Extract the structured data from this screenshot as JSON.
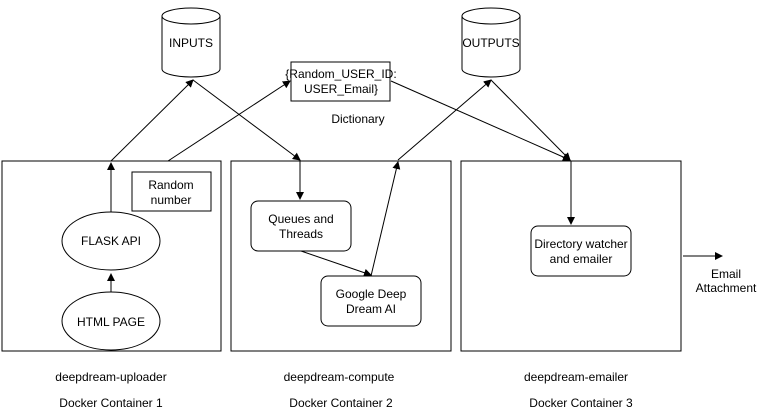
{
  "stores": {
    "inputs": "INPUTS",
    "outputs": "OUTPUTS"
  },
  "dictionary": {
    "line1": "{Random_USER_ID:",
    "line2": "USER_Email}",
    "caption": "Dictionary"
  },
  "containers": {
    "uploader": {
      "name": "deepdream-uploader",
      "label": "Docker Container 1",
      "random_line1": "Random",
      "random_line2": "number",
      "flask": "FLASK API",
      "html_page": "HTML PAGE"
    },
    "compute": {
      "name": "deepdream-compute",
      "label": "Docker Container 2",
      "queues_line1": "Queues and",
      "queues_line2": "Threads",
      "google_line1": "Google Deep",
      "google_line2": "Dream AI"
    },
    "emailer": {
      "name": "deepdream-emailer",
      "label": "Docker Container 3",
      "watcher_line1": "Directory watcher",
      "watcher_line2": "and emailer"
    }
  },
  "email_output": {
    "line1": "Email",
    "line2": "Attachment"
  }
}
